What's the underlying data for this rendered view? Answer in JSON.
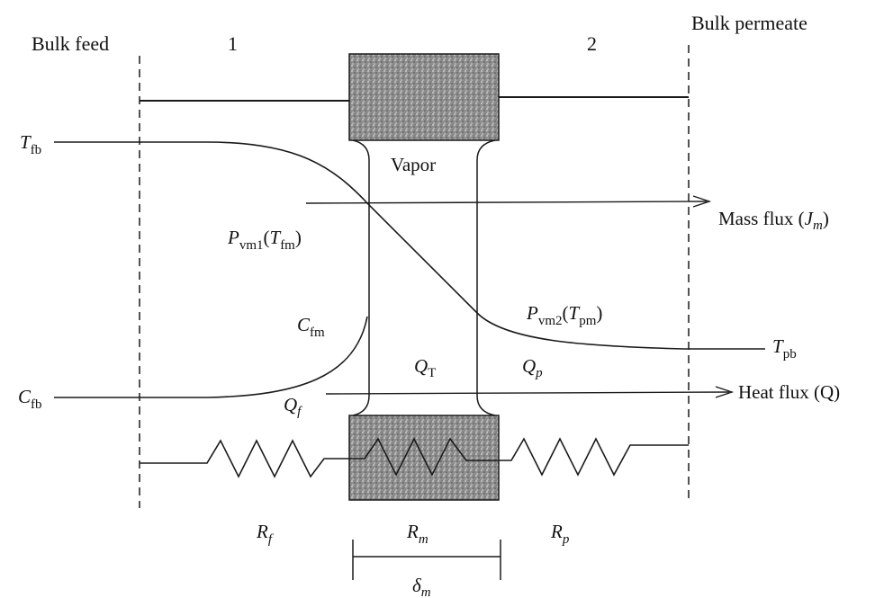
{
  "diagram": {
    "regions": {
      "bulk_feed": "Bulk feed",
      "bulk_permeate": "Bulk permeate",
      "region_1": "1",
      "region_2": "2"
    },
    "pore_label": "Vapor",
    "flux": {
      "mass_text": "Mass flux (",
      "mass_symbol": "J",
      "mass_sub": "m",
      "heat": "Heat flux (Q)"
    },
    "variables": {
      "T": "T",
      "P": "P",
      "C": "C",
      "Q": "Q",
      "R": "R",
      "delta": "δ",
      "fb": "fb",
      "fm": "fm",
      "pb": "pb",
      "pm": "pm",
      "vm1": "vm1",
      "vm2": "vm2",
      "f": "f",
      "p": "p",
      "m": "m",
      "Tsub": "T",
      "open_paren": "(",
      "close_paren": ")"
    },
    "colors": {
      "membrane": "#9a9a9a",
      "line": "#1a1a1a"
    }
  }
}
